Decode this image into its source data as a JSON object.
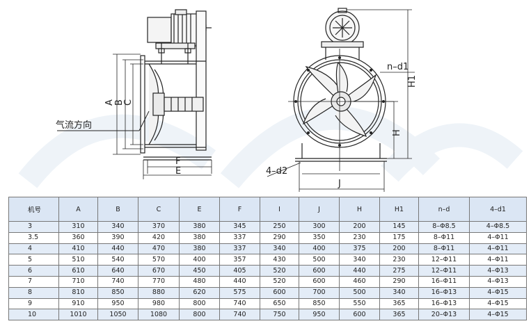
{
  "drawing": {
    "airflow_label": "气流方向",
    "dims": {
      "A": "A",
      "B": "B",
      "C": "C",
      "E": "E",
      "F": "F",
      "nd1": "n–d1",
      "H1": "H1",
      "H": "H",
      "J": "J",
      "d2": "4–d2"
    }
  },
  "table": {
    "headers": [
      "机号",
      "A",
      "B",
      "C",
      "E",
      "F",
      "I",
      "J",
      "H",
      "H1",
      "n–d",
      "4–d1"
    ],
    "rows": [
      [
        "3",
        "310",
        "340",
        "370",
        "380",
        "345",
        "250",
        "300",
        "200",
        "145",
        "8–Φ8.5",
        "4–Φ8.5"
      ],
      [
        "3.5",
        "360",
        "390",
        "420",
        "380",
        "337",
        "290",
        "350",
        "230",
        "175",
        "8–Φ11",
        "4–Φ11"
      ],
      [
        "4",
        "410",
        "440",
        "470",
        "380",
        "337",
        "340",
        "400",
        "375",
        "200",
        "8–Φ11",
        "4–Φ11"
      ],
      [
        "5",
        "510",
        "540",
        "570",
        "400",
        "357",
        "430",
        "500",
        "340",
        "230",
        "12–Φ11",
        "4–Φ11"
      ],
      [
        "6",
        "610",
        "640",
        "670",
        "450",
        "405",
        "520",
        "600",
        "440",
        "275",
        "12–Φ11",
        "4–Φ13"
      ],
      [
        "7",
        "710",
        "740",
        "770",
        "480",
        "440",
        "520",
        "600",
        "460",
        "290",
        "16–Φ11",
        "4–Φ13"
      ],
      [
        "8",
        "810",
        "850",
        "880",
        "620",
        "575",
        "600",
        "700",
        "500",
        "340",
        "16–Φ13",
        "4–Φ15"
      ],
      [
        "9",
        "910",
        "950",
        "980",
        "800",
        "740",
        "650",
        "850",
        "550",
        "365",
        "16–Φ13",
        "4–Φ15"
      ],
      [
        "10",
        "1010",
        "1050",
        "1080",
        "800",
        "740",
        "750",
        "950",
        "600",
        "365",
        "20–Φ13",
        "4–Φ15"
      ]
    ]
  }
}
